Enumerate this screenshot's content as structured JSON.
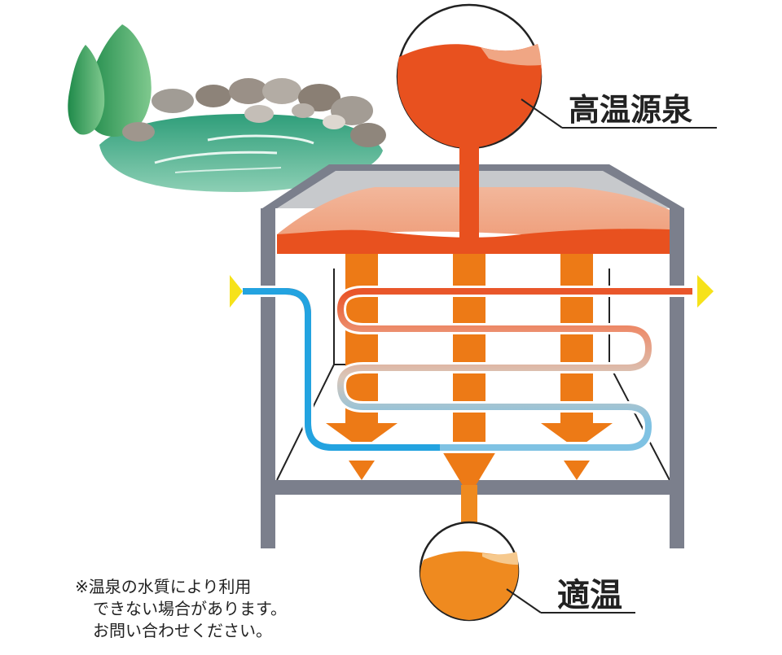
{
  "labels": {
    "hot_source": "高温源泉",
    "suitable_temp": "適温"
  },
  "note": {
    "line1": "※温泉の水質により利用",
    "line2": "できない場合があります。",
    "line3": "お問い合わせください。"
  },
  "colors": {
    "hot_water": "#e8511f",
    "hot_water_light": "#f0a684",
    "flow_arrow": "#ed7a16",
    "cold_pipe": "#23a3e0",
    "frame": "#7b7f8c",
    "tank_top": "#c7c9cc",
    "connector": "#f6e21a",
    "warm_water": "#ef8a1f"
  },
  "icons": [
    "hot-spring-pond-icon",
    "tree-icon",
    "rock-icon",
    "flow-arrow-icon",
    "inlet-arrow-icon",
    "outlet-arrow-icon"
  ]
}
